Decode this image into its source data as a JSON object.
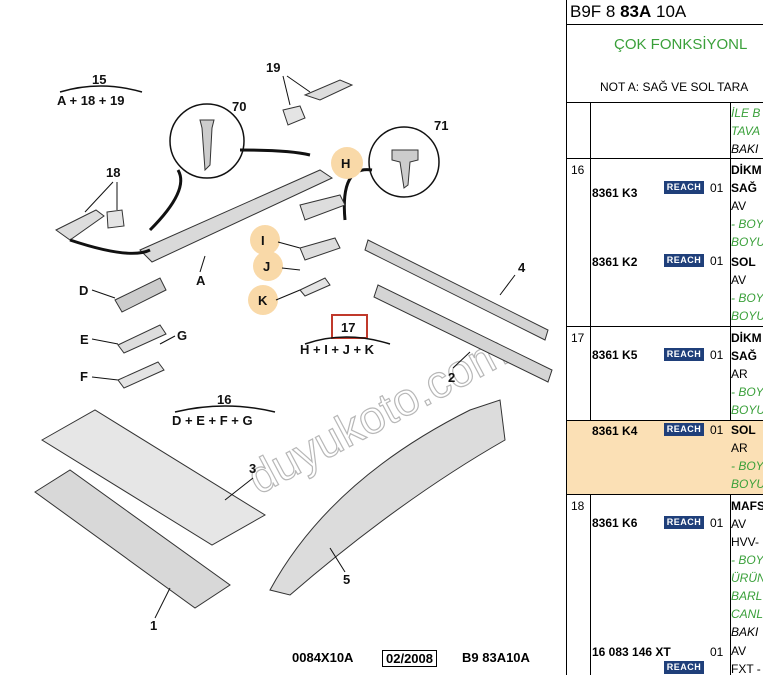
{
  "diagram": {
    "callouts": [
      "15",
      "19",
      "70",
      "71",
      "18",
      "H",
      "I",
      "J",
      "K",
      "D",
      "E",
      "G",
      "F",
      "A",
      "4",
      "2",
      "17",
      "16",
      "3",
      "5",
      "1"
    ],
    "formulas": {
      "f15": "A + 18 + 19",
      "f17": "H + I + J + K",
      "f16": "D + E + F + G"
    },
    "watermark": "duyukoto.com",
    "footer": {
      "code": "0084X10A",
      "date": "02/2008",
      "ref": "B9 83A10A"
    }
  },
  "panel": {
    "header": {
      "prefix": "B9F 8",
      "bold": "83A",
      "suffix": "10A"
    },
    "subtitle": "ÇOK FONKSİYONL",
    "note": "NOT A: SAĞ VE SOL TARA",
    "rows": [
      {
        "num": "",
        "lines": [
          "İLE B",
          "TAVA",
          "BAKI"
        ]
      },
      {
        "num": "16",
        "items": [
          {
            "ref": "8361 K3",
            "badge": "REACH",
            "qty": "01",
            "lines": [
              "DİKM",
              "SAĞ",
              "AV",
              "- BOY",
              "BOYU"
            ]
          },
          {
            "ref": "8361 K2",
            "badge": "REACH",
            "qty": "01",
            "lines": [
              "SOL",
              "AV",
              "- BOY",
              "BOYU"
            ]
          }
        ]
      },
      {
        "num": "17",
        "items": [
          {
            "ref": "8361 K5",
            "badge": "REACH",
            "qty": "01",
            "lines": [
              "DİKM",
              "SAĞ",
              "AR",
              "- BOY",
              "BOYU"
            ]
          },
          {
            "ref": "8361 K4",
            "badge": "REACH",
            "qty": "01",
            "lines": [
              "SOL",
              "AR",
              "- BOY",
              "BOYU"
            ]
          }
        ]
      },
      {
        "num": "18",
        "items": [
          {
            "ref": "8361 K6",
            "badge": "REACH",
            "qty": "01",
            "lines": [
              "MAFS",
              "AV",
              "HVV-",
              "- BOY",
              "ÜRÜN",
              "BARL",
              "CANL",
              "BAKI"
            ]
          },
          {
            "ref": "16 083 146 XT",
            "badge": "REACH",
            "qty": "01",
            "lines": [
              "AV",
              "FXT -"
            ]
          }
        ]
      }
    ]
  },
  "colors": {
    "accent_green": "#3aa03a",
    "reach_badge": "#1f3f7a",
    "highlight": "#fbe0b5",
    "callout_circle": "#f9d9a8",
    "callout_box": "#c0392b"
  }
}
